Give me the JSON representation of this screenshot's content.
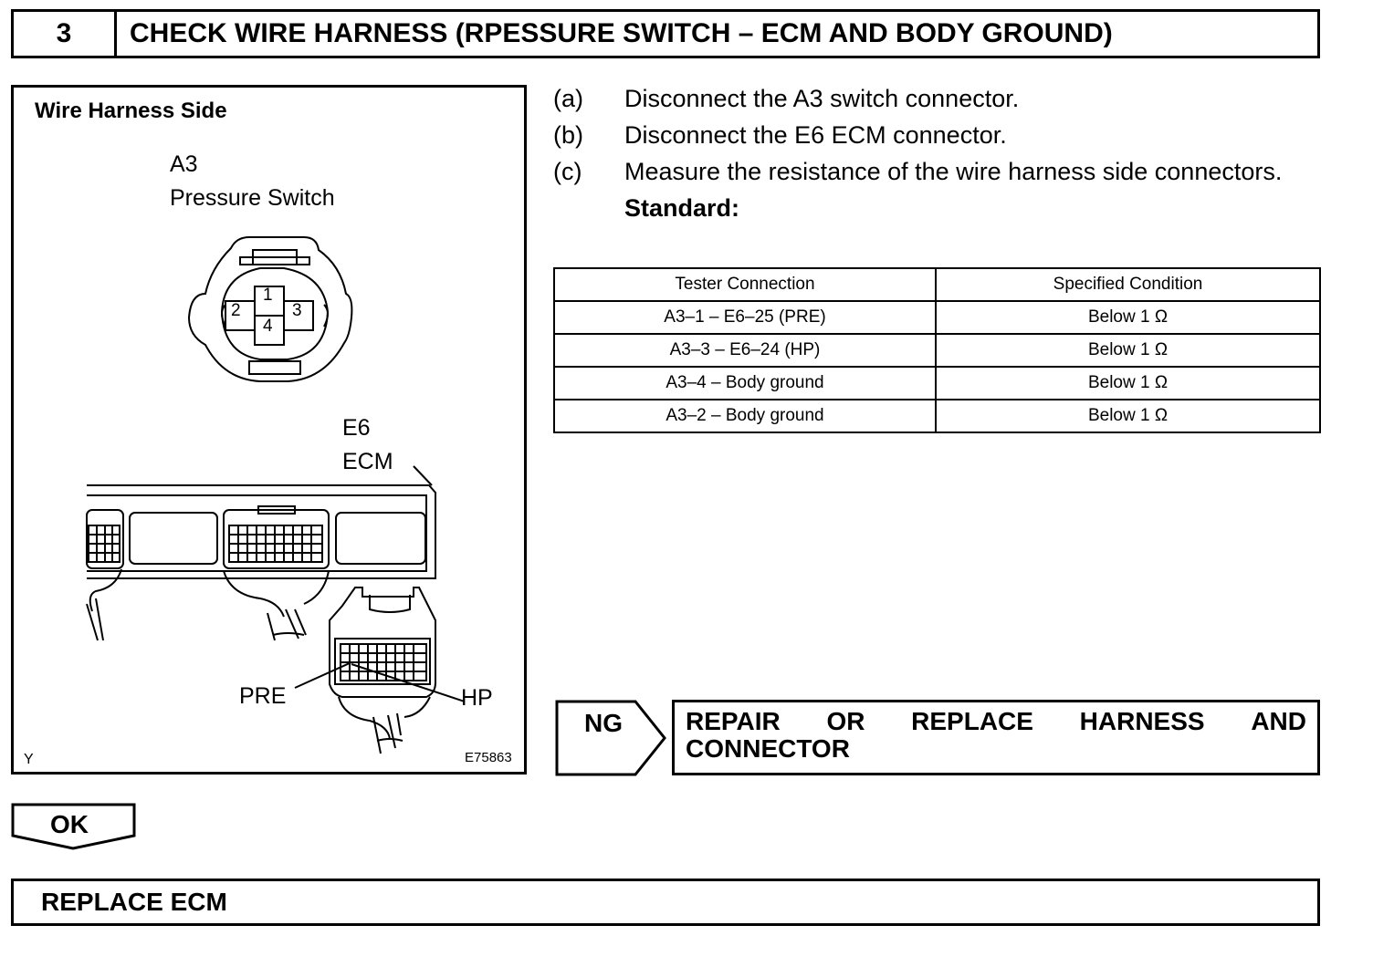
{
  "header": {
    "step_number": "3",
    "title": "CHECK WIRE HARNESS (RPESSURE SWITCH – ECM AND BODY GROUND)"
  },
  "figure": {
    "title": "Wire Harness Side",
    "a3_id": "A3",
    "a3_name": "Pressure Switch",
    "pins": [
      "1",
      "2",
      "3",
      "4"
    ],
    "e6_id": "E6",
    "e6_name": "ECM",
    "label_pre": "PRE",
    "label_hp": "HP",
    "corner_mark": "Y",
    "figure_code": "E75863"
  },
  "steps": [
    {
      "label": "(a)",
      "text": "Disconnect the A3 switch connector."
    },
    {
      "label": "(b)",
      "text": "Disconnect the E6 ECM connector."
    },
    {
      "label": "(c)",
      "text": "Measure the resistance of the wire harness side connectors."
    }
  ],
  "standard_label": "Standard:",
  "table": {
    "headers": [
      "Tester Connection",
      "Specified Condition"
    ],
    "rows": [
      [
        "A3–1 – E6–25 (PRE)",
        "Below 1 Ω"
      ],
      [
        "A3–3 – E6–24 (HP)",
        "Below 1 Ω"
      ],
      [
        "A3–4 – Body ground",
        "Below 1 Ω"
      ],
      [
        "A3–2 – Body ground",
        "Below 1 Ω"
      ]
    ]
  },
  "ng": {
    "label": "NG",
    "action_words": [
      "REPAIR",
      "OR",
      "REPLACE",
      "HARNESS",
      "AND"
    ],
    "action_line2": "CONNECTOR"
  },
  "ok": {
    "label": "OK"
  },
  "final_action": "REPLACE ECM"
}
